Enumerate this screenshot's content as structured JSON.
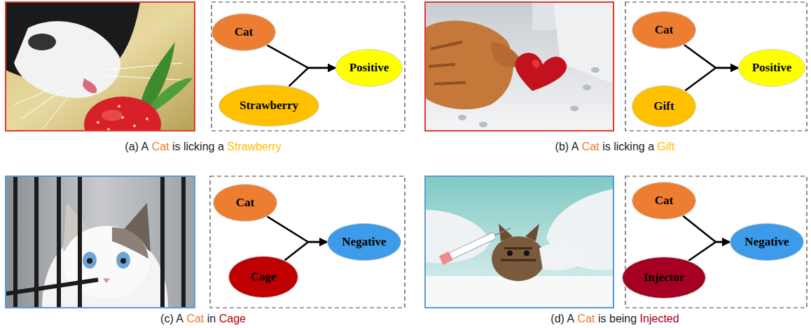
{
  "diagram": {
    "nodes": [
      {
        "text": [
          "Cat"
        ]
      },
      {
        "text": [
          "Strawberry"
        ]
      },
      {
        "text": [
          "Positive"
        ]
      },
      {
        "text": [
          "Cat"
        ]
      },
      {
        "text": [
          "Gift"
        ]
      },
      {
        "text": [
          "Positive"
        ]
      },
      {
        "text": [
          "Cat"
        ]
      },
      {
        "text": [
          "Cage"
        ]
      },
      {
        "text": [
          "Negative"
        ]
      },
      {
        "text": [
          "Cat"
        ]
      },
      {
        "text": [
          "Injector"
        ]
      },
      {
        "text": [
          "Negative"
        ]
      }
    ],
    "edges": [
      {
        "from": 0,
        "to": 2,
        "arrow": "to"
      },
      {
        "from": 1,
        "to": 2,
        "arrow": "to"
      },
      {
        "from": 3,
        "to": 5,
        "arrow": "to"
      },
      {
        "from": 4,
        "to": 5,
        "arrow": "to"
      },
      {
        "from": 6,
        "to": 8,
        "arrow": "to"
      },
      {
        "from": 7,
        "to": 8,
        "arrow": "to"
      },
      {
        "from": 9,
        "to": 11,
        "arrow": "to"
      },
      {
        "from": 10,
        "to": 11,
        "arrow": "to"
      }
    ],
    "labels": [
      "(a) A",
      "Cat",
      "is licking a",
      "Strawberry",
      "(b) A",
      "Cat",
      "is licking a",
      "Gift",
      "(c) A",
      "Cat",
      "in",
      "Cage",
      "(d) A",
      "Cat",
      "is being",
      "Injected"
    ]
  }
}
